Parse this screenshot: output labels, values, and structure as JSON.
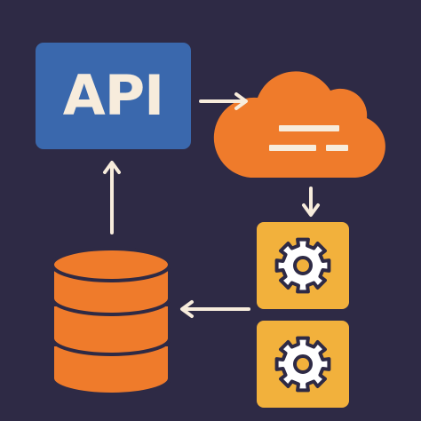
{
  "diagram": {
    "api_node": {
      "label": "API",
      "fill": "#3a68ad",
      "text_color": "#f7ecdc"
    },
    "cloud_node": {
      "icon": "cloud-icon",
      "fill": "#ef7b2b",
      "line_color": "#f7ecdc"
    },
    "processor_nodes": [
      {
        "icon": "gear-icon",
        "fill": "#f2b13c"
      },
      {
        "icon": "gear-icon",
        "fill": "#f2b13c"
      }
    ],
    "database_node": {
      "icon": "database-icon",
      "fill": "#ef7b2b"
    },
    "edges": [
      {
        "from": "api",
        "to": "cloud"
      },
      {
        "from": "cloud",
        "to": "processor-1"
      },
      {
        "from": "processor-1",
        "to": "database"
      },
      {
        "from": "database",
        "to": "api"
      }
    ],
    "colors": {
      "background": "#2e2a45",
      "arrow": "#f7ecdc",
      "outline": "#2e2a45"
    }
  }
}
